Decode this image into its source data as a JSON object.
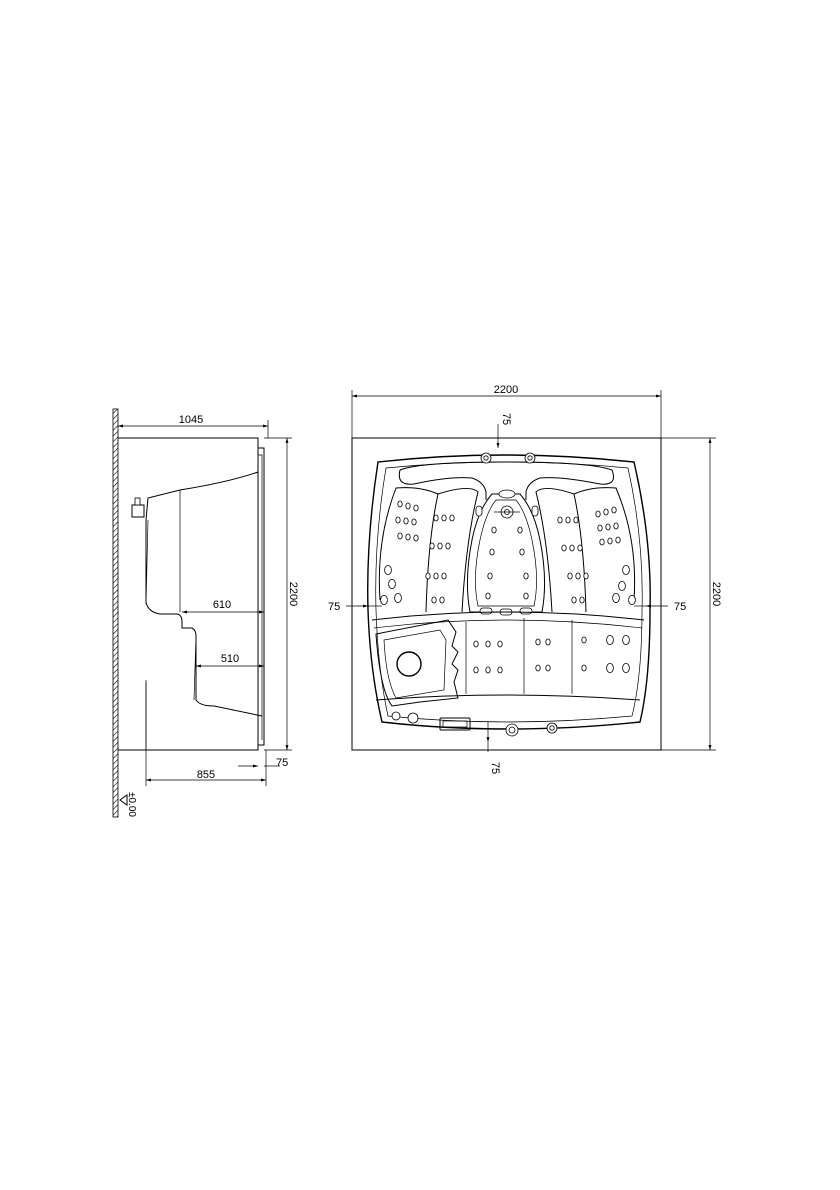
{
  "side_view": {
    "width_label": "1045",
    "height_label": "2200",
    "seat_depth_1": "610",
    "seat_depth_2": "510",
    "base_width": "855",
    "offset_bottom": "75",
    "level_label": "±0.00"
  },
  "plan_view": {
    "width_label": "2200",
    "height_label": "2200",
    "offset_top": "75",
    "offset_bottom": "75",
    "offset_left": "75",
    "offset_right": "75"
  }
}
